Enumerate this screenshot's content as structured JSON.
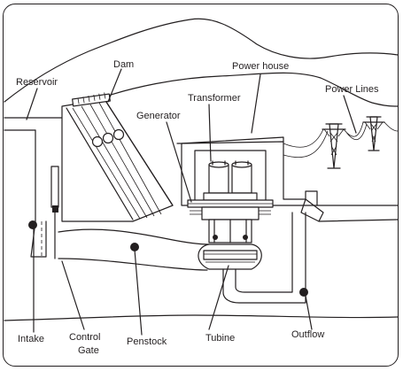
{
  "labels": {
    "dam": "Dam",
    "reservoir": "Reservoir",
    "power_house": "Power house",
    "transformer": "Transformer",
    "generator": "Generator",
    "power_lines": "Power Lines",
    "intake": "Intake",
    "control": "Control",
    "gate": "Gate",
    "penstock": "Penstock",
    "tubine": "Tubine",
    "outflow": "Outflow"
  },
  "colors": {
    "line": "#231f20",
    "background": "#ffffff"
  }
}
